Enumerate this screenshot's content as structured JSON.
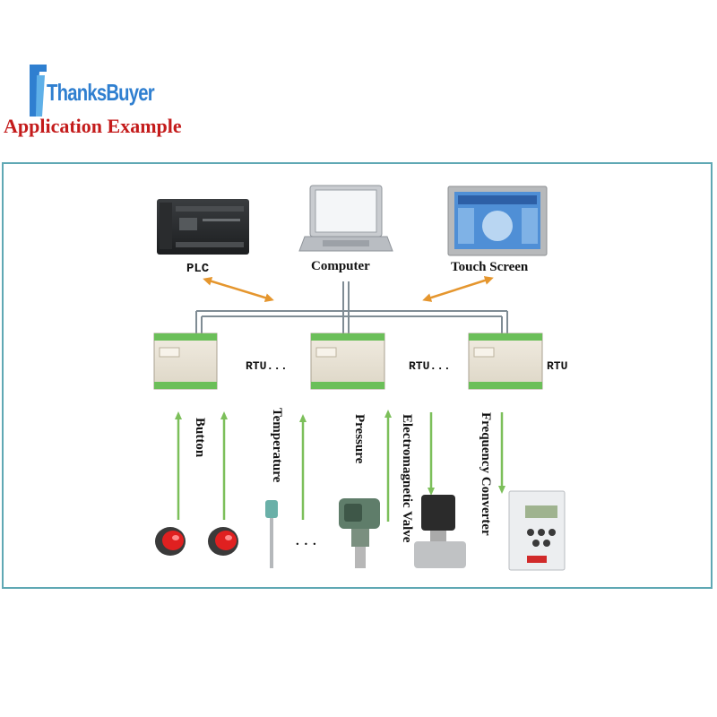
{
  "brand": {
    "name": "ThanksBuyer"
  },
  "heading": "Application Example",
  "top_devices": [
    {
      "id": "plc",
      "label": "PLC"
    },
    {
      "id": "computer",
      "label": "Computer"
    },
    {
      "id": "touch",
      "label": "Touch Screen"
    }
  ],
  "rtus": [
    {
      "label": "RTU..."
    },
    {
      "label": "RTU..."
    },
    {
      "label": "RTU"
    }
  ],
  "field_devices": [
    {
      "label": "Button"
    },
    {
      "label": "Temperature"
    },
    {
      "label": "Pressure"
    },
    {
      "label": "Electromagnetic Valve"
    },
    {
      "label": "Frequency Converter"
    }
  ],
  "ellipsis": ". . .",
  "colors": {
    "heading": "#c41b1b",
    "frame": "#5fa8b4",
    "arrow_orange": "#e5962e",
    "arrow_green": "#7cbf5a",
    "bus": "#7f8c94",
    "logo": "#2f7fd0"
  }
}
